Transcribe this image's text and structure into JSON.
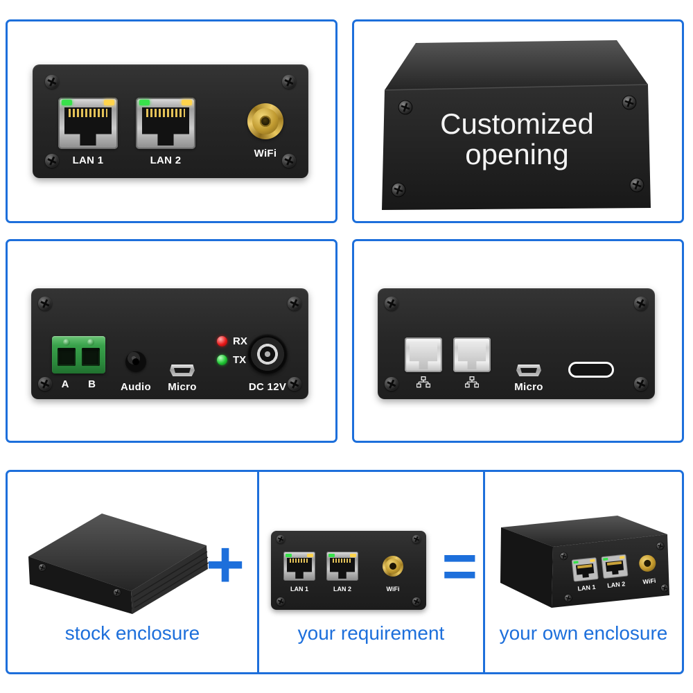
{
  "colors": {
    "accent_blue": "#1d6fdb",
    "enclosure_black": "#262626",
    "led_green": "#38e14b",
    "led_yellow": "#ffd44d",
    "led_red": "#e81818",
    "antenna_gold": "#d4aa3c",
    "terminal_green": "#2f8f3f"
  },
  "front_panel": {
    "lan1_label": "LAN 1",
    "lan2_label": "LAN 2",
    "wifi_label": "WiFi"
  },
  "customized_panel": {
    "line1": "Customized",
    "line2": "opening"
  },
  "back_panel": {
    "terminal_a": "A",
    "terminal_b": "B",
    "audio_label": "Audio",
    "micro_label": "Micro",
    "rx_label": "RX",
    "tx_label": "TX",
    "dc_label": "DC 12V"
  },
  "custom_io_panel": {
    "micro_label": "Micro"
  },
  "bottom": {
    "plus_sign": "+",
    "equals_sign": "=",
    "cells": [
      {
        "label": "stock enclosure"
      },
      {
        "label": "your requirement",
        "lan1_label": "LAN 1",
        "lan2_label": "LAN 2",
        "wifi_label": "WiFi"
      },
      {
        "label": "your own enclosure",
        "lan1_label": "LAN 1",
        "lan2_label": "LAN 2",
        "wifi_label": "WiFi"
      }
    ]
  }
}
